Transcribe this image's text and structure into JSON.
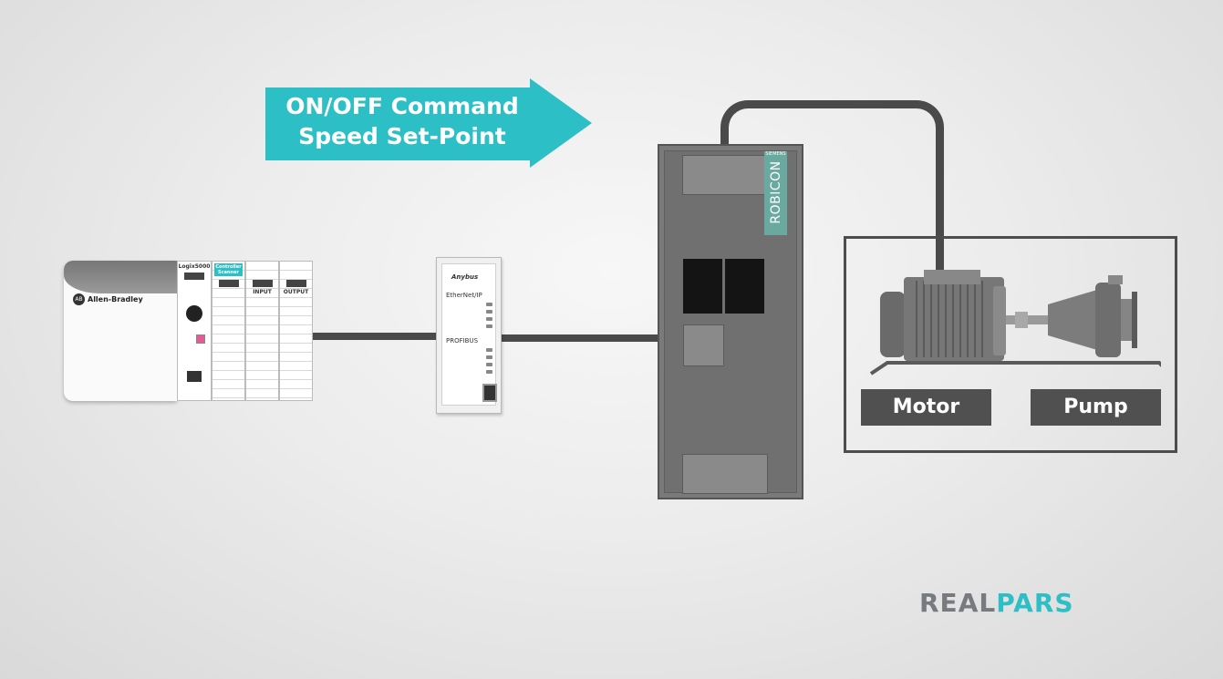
{
  "arrow": {
    "line1": "ON/OFF Command",
    "line2": "Speed Set-Point",
    "color": "#2cbfc6"
  },
  "plc": {
    "brand": "Allen-Bradley",
    "controller_label": "Logix5000",
    "scanner_label": "Controller Scanner",
    "input_label": "INPUT",
    "output_label": "OUTPUT"
  },
  "gateway": {
    "brand": "Anybus",
    "ethernet_label": "EtherNet/IP",
    "profibus_label": "PROFIBUS"
  },
  "drive": {
    "brand": "ROBICON",
    "maker": "SIEMENS",
    "brand_color": "#6aa9a0"
  },
  "equipment": {
    "motor_label": "Motor",
    "pump_label": "Pump"
  },
  "logo": {
    "part1": "REAL",
    "part2": "PARS"
  }
}
